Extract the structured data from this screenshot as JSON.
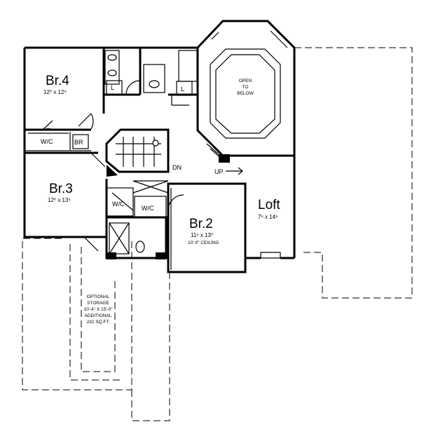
{
  "rooms": {
    "br4": {
      "name": "Br.4",
      "dim": "12⁰ x 12⁶"
    },
    "br3": {
      "name": "Br.3",
      "dim": "12⁰ x 13⁶"
    },
    "br2": {
      "name": "Br.2",
      "dim": "11⁶ x 13⁰",
      "ceiling": "10'-0\" CEILING"
    },
    "loft": {
      "name": "Loft",
      "dim": "7⁶ x 14⁶"
    }
  },
  "labels": {
    "wic": "W/C",
    "br": "BR",
    "dn": "DN",
    "up": "UP",
    "laundry": "L",
    "open_to_below": [
      "OPEN",
      "TO",
      "BELOW"
    ]
  },
  "optional_storage": [
    "OPTIONAL",
    "STORAGE",
    "10'-4\" X 15'-0\"",
    "ADDITIONAL",
    "232 SQ.FT."
  ]
}
